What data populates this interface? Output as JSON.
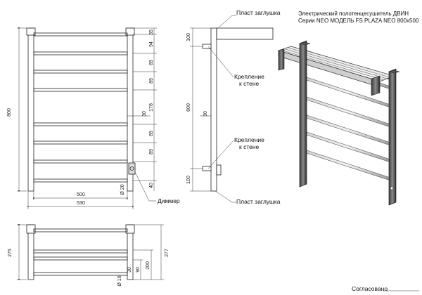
{
  "title": {
    "line1": "Электрический полотенцесушитель ДВИН",
    "line2": "Серии NEO МОДЕЛЬ FS PLAZA NEO 800x500"
  },
  "labels": {
    "plug_top": "Пласт заглушка",
    "plug_bottom": "Пласт заглушка",
    "mount_top_1": "Крепление",
    "mount_top_2": "к стене",
    "mount_bottom_1": "Крепление",
    "mount_bottom_2": "к стене",
    "dimmer": "Диммер",
    "approved": "Согласовано"
  },
  "front_dims": {
    "height": "800",
    "width_inner": "500",
    "width_outer": "530",
    "d20": "Ø 20",
    "right": [
      "35",
      "94",
      "89",
      "89",
      "178",
      "89",
      "89",
      "40"
    ],
    "gap": "30"
  },
  "side_dims": {
    "top": "100",
    "middle": "600",
    "bottom": "100",
    "gap": "30"
  },
  "shelf_dims": {
    "left": "275",
    "right": "277",
    "d16": "Ø 16",
    "v30": "30",
    "v90": "90",
    "v200": "200"
  }
}
